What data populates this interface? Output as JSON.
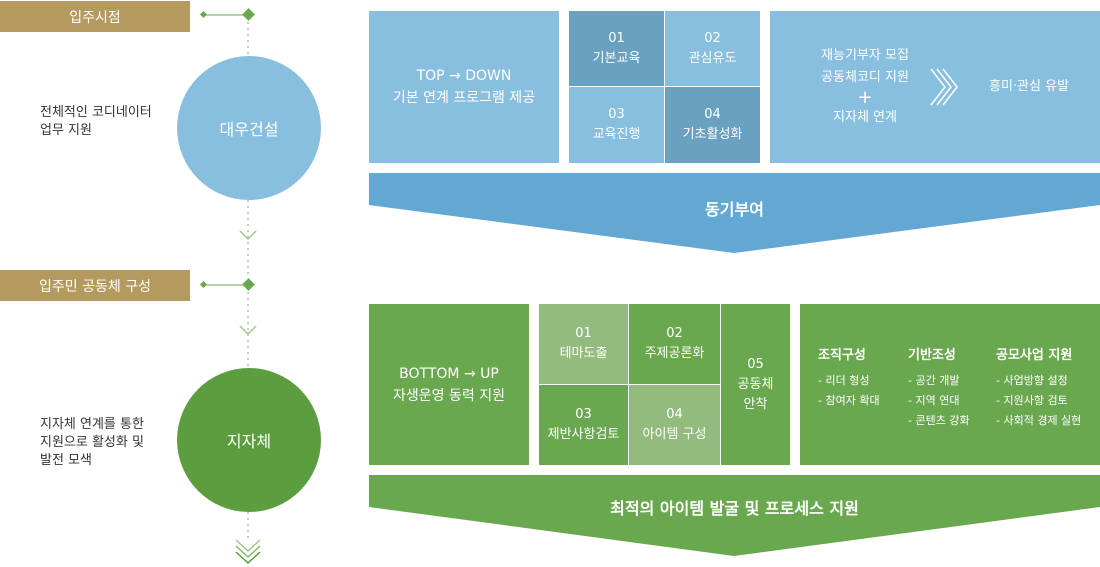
{
  "timeline": {
    "stage1_tag": "입주시점",
    "stage2_tag": "입주민 공동체 구성"
  },
  "section1": {
    "description": [
      "전체적인 코디네이터",
      "업무 지원"
    ],
    "circle_label": "대우건설",
    "main_box": [
      "TOP → DOWN",
      "기본 연계 프로그램 제공"
    ],
    "grid": [
      {
        "num": "01",
        "label": "기본교육"
      },
      {
        "num": "02",
        "label": "관심유도"
      },
      {
        "num": "03",
        "label": "교육진행"
      },
      {
        "num": "04",
        "label": "기초활성화"
      }
    ],
    "right_lines": [
      "재능기부자 모집",
      "공동체코디 지원",
      "+",
      "지자체 연계"
    ],
    "right_result": "흥미·관심 유발",
    "banner": "동기부여"
  },
  "section2": {
    "description": [
      "지자체 연계를 통한",
      "지원으로 활성화 및",
      "발전 모색"
    ],
    "circle_label": "지자체",
    "main_box": [
      "BOTTOM → UP",
      "자생운영 동력 지원"
    ],
    "grid": [
      {
        "num": "01",
        "label": "테마도출"
      },
      {
        "num": "02",
        "label": "주제공론화"
      },
      {
        "num": "03",
        "label": "제반사항검토"
      },
      {
        "num": "04",
        "label": "아이템 구성"
      }
    ],
    "grid_side": {
      "num": "05",
      "label": [
        "공동체",
        "안착"
      ]
    },
    "columns": [
      {
        "title": "조직구성",
        "items": [
          "- 리더 형성",
          "- 참여자 확대"
        ]
      },
      {
        "title": "기반조성",
        "items": [
          "- 공간 개발",
          "- 지역 연대",
          "- 콘텐츠 강화"
        ]
      },
      {
        "title": "공모사업 지원",
        "items": [
          "- 사업방향 설정",
          "- 지원사항 검토",
          "- 사회적 경제 실현"
        ]
      }
    ],
    "banner": "최적의 아이템 발굴 및 프로세스 지원"
  },
  "colors": {
    "gold": "#b49a5e",
    "blue_light": "#88bfdf",
    "blue_dark": "#6aa1c0",
    "blue_banner": "#63a8d2",
    "green": "#6aa84f",
    "green_light": "#93bb7e",
    "green_circle": "#5c9e3f"
  }
}
